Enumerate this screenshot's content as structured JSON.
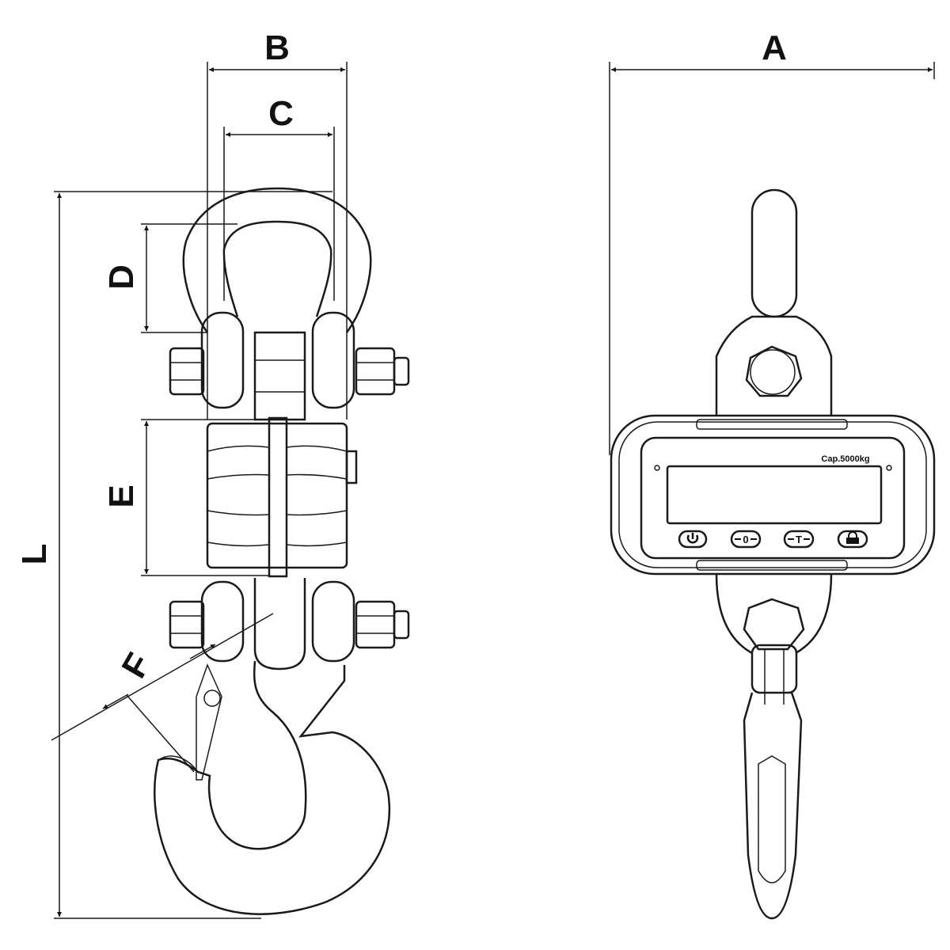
{
  "dimensions": {
    "A": "A",
    "B": "B",
    "C": "C",
    "D": "D",
    "E": "E",
    "F": "F",
    "L": "L"
  },
  "display": {
    "capacity_label": "Cap.5000kg",
    "buttons": [
      {
        "icon": "power-icon",
        "label": ""
      },
      {
        "icon": "zero-icon",
        "label": "0"
      },
      {
        "icon": "tare-icon",
        "label": "T"
      },
      {
        "icon": "lock-icon",
        "label": ""
      }
    ]
  }
}
